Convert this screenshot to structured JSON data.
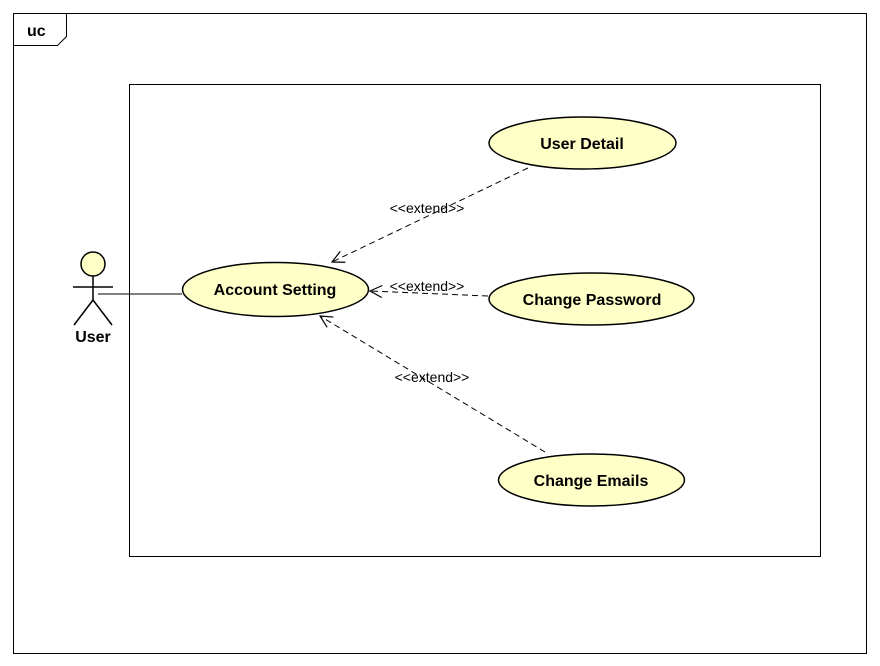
{
  "diagram": {
    "frame_label": "uc",
    "colors": {
      "usecase_fill": "#ffffc8",
      "stroke": "#000000",
      "background": "#ffffff"
    },
    "actor": {
      "name": "User",
      "icon": "stick-figure-icon"
    },
    "use_cases": {
      "account_setting": "Account Setting",
      "user_detail": "User Detail",
      "change_password": "Change Password",
      "change_emails": "Change Emails"
    },
    "relationships": {
      "extend_user_detail": "<<extend>>",
      "extend_change_password": "<<extend>>",
      "extend_change_emails": "<<extend>>"
    }
  }
}
